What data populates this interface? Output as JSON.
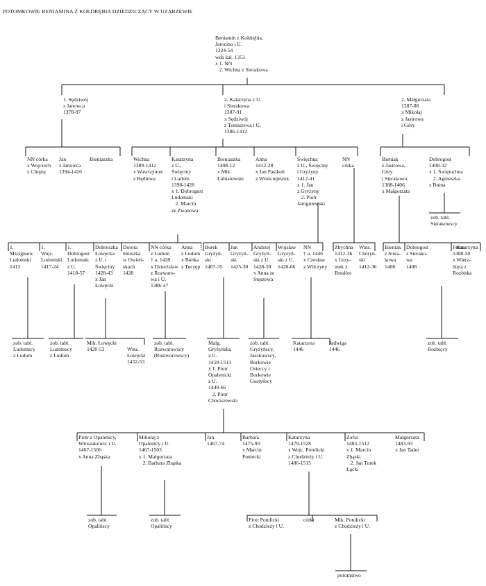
{
  "title": "POTOMKOWIE BENIAMINA Z KOŁDRĘBIA DZIEDZICZĄCY W UZARZEWIE",
  "root": "Beniamin z Kołdrębia,\nJarocina i U.\n1324-54\nwda kal. 1353\nx 1. NN\n   2. Wichna z Sierakowa",
  "gen1": {
    "sedziwoj": "1. Sędziwój\nz Janowca\n1378-97",
    "katarzyna": "2. Katarzyna z U.\ni Sierakowa\n1387-91\nx Sędziwój\nz Tomiszewa i U.\n1386-1412",
    "malgorzata": "2. Małgorzata\n1387-88\nx Mikołaj\nz Jastrowa\ni Góry"
  },
  "gen2": {
    "nn_corka": "NN córka\nx Wojciech\nz Chojny",
    "jan_janowca": "Jan\nz Janowca\n1394-1426",
    "bieniaszka_a": "Bieniaszka",
    "wichna": "Wichna\n1389-1412\nx Wawrzyniec\nz Będlewa",
    "katarzyna_u": "Katarzyna\nz U.,\nŚwięciny\ni Ludom\n1398-1428\nx 1. Dobrogost\nLudomski\n   2. Marcin\nze Zwanowa",
    "bieniaszka_b": "Bieniaszka\n1408-12\nx Mik.\nŁubiatowski",
    "anna": "Anna\n1412-28\nx Jan Pasikoń\nz Włościejewek",
    "swiechna": "Święchna\nz U., Święciny\ni Gryżyny\n1412-41\nx 1. Jan\nz Gryżyny\n   2. Piotr\nJarogniewski",
    "nn_corka2": "NN\ncórka",
    "bieniak": "Bieniak\nz Jastrowa,\nGóry\ni Sierakowa\n1388-1406\nx Małgorzata",
    "dobrogost_a": "Dobrogost\n1408-32\nx 1. Świętochna\n   2. Agnieszka\nz Bnina",
    "ref_sierakowscy": "zob. tabl.\nSierakowscy"
  },
  "gen3": {
    "mscigniew": "1.\nMścigniew\nLudomski\n1413",
    "wojc": "1.\nWojc.\nLudomski\n1417-24",
    "dobrogost_l": "1.\nDobrogost\nLudomski\nz U.\n1418-57",
    "dobroszka": "Dobroszka\nŁowęcka\nz U. i\nŚwięciny\n1428-43\nx Jan\nŁowęcki",
    "dorota": "Dorota\nmniszka\nw Owień-\nskach\n1428",
    "nn_ludom": "NN córka\nz Ludom\n† a. 1428\nx Dzierżsław\nz Rozwaro-\nwa i U.\n1386-47",
    "anna_ludom": "Anna\nz Ludom\nx Bietka\nz Tuczęp",
    "borek": "Borek\nGryżyń-\nski\n1407-35",
    "jan_g": "Jan\nGryżyń-\nski\n1425-30",
    "andrzej": "Andrzej\nGryżyń-\nski z U.\n1428-50\nx Anna ze\nStęszewa",
    "wojslaw": "Wojsław\nGryżyń-\nski z U.\n1428-66",
    "nn_1446": "NN\n† a. 1446\nx Czesław\nz Wilczyny",
    "zbychna": "Zbychna\n1412-36\nx Grzy-\nmek z\nBrodów",
    "winc_ch": "Winc.\nChoryń-\nski\n1412-36",
    "bieniak_s": "Bieniak\nz Siera-\nkowa\n1408",
    "dobrogost_s": "Dobrogost\nz Sierako-\nwa\n1408",
    "fema": "Fema\n1408-50\nx Wierz-\nbięta z\nRozbitka",
    "katarzyna_s": "Katarzyna"
  },
  "gen4": {
    "ref_ludomscy1": "zob. tabl.\nLudomscy\nz Ludom",
    "ref_ludomscy2": "zob. tabl.\nLudomscy\nz Ludom",
    "mik_lowecki": "Mik. Łowęcki\n1420-53",
    "winc_lowecki": "Winc.\nŁowęcki\n1432-53",
    "ref_rozwarowscy": "zob. tabl.\nRozwarowscy\n(Rostworowscy)",
    "malg": "Malg.\nGryżyńska\nz U.\n1459-1513\nx 1. Piotr\nOpalenicki\nz U.\n1449-66\n   2. Piotr\nChociszewski",
    "ref_gryzynscy": "zob. tabl.\nGryżyńscy,\nJaszkowscy,\nBorkowie\nOsieccy i\nBorkowie\nGostyńscy",
    "katarzyna_1446": "Katarzyna\n1446",
    "jadwiga": "Jadwiga\n1446",
    "ref_rozbiccy": "zob. tabl.\nRozbiccy"
  },
  "gen5": {
    "piotr_op": "Piotr z Opalenicy,\nWłoszakowic i U.\n1467-1506\nx Anna Zbąska",
    "mikolaj_op": "Mikołaj z\nOpalenicy i U.\n1467-1503\nx 1. Małgorzata\n   2. Barbara Zbąska",
    "jan_1467": "Jan\n1467-74",
    "barbara": "Barbara\n1475-93\nx Marcin\nPoniecki",
    "katarzyna_pot": "Katarzyna\n1479-1528\nx Wojc. Potulicki\nz Chodzieży i U.\n1486-1515",
    "zofia": "Zofia\n1483-1512\nx 1. Marcin\nZbąski\n   2. Jan Turek\nŁącki",
    "malgorzata_1483": "Małgorzata\n1483-93\nx Jan Tader"
  },
  "gen6": {
    "ref_opalinscy1": "zob. tabl.\nOpalińscy",
    "ref_opalinscy2": "zob. tabl.\nOpalińscy",
    "piotr_pot": "Piotr Potulicki\nz Chodzieży i U.",
    "corki": "córki",
    "mik_pot": "Mik. Potulicki\nz Chodzieży i U."
  },
  "gen7": {
    "potomstwo": "potomstwo"
  }
}
